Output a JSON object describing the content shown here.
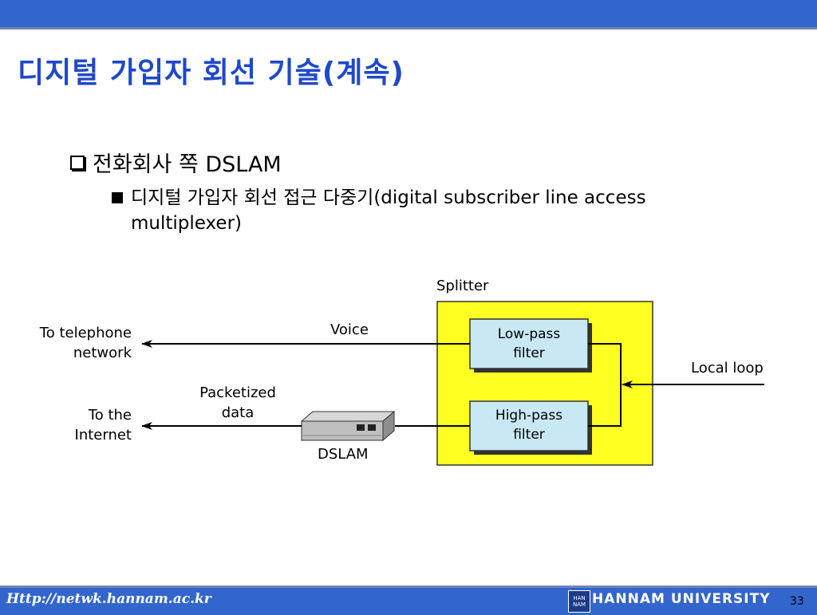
{
  "slide": {
    "title": "디지털 가입자 회선 기술(계속)",
    "bullet1": "전화회사 쪽 DSLAM",
    "bullet2": "디지털 가입자 회선 접근 다중기(digital subscriber line access multiplexer)"
  },
  "diagram": {
    "splitter_label": "Splitter",
    "low_pass": [
      "Low-pass",
      "filter"
    ],
    "high_pass": [
      "High-pass",
      "filter"
    ],
    "local_loop": "Local loop",
    "voice": "Voice",
    "to_telephone": [
      "To telephone",
      "network"
    ],
    "packetized": [
      "Packetized",
      "data"
    ],
    "to_internet": [
      "To the",
      "Internet"
    ],
    "dslam_label": "DSLAM",
    "colors": {
      "splitter_fill": "#ffff22",
      "filter_fill": "#c8e8f4",
      "arrow": "#000000"
    }
  },
  "footer": {
    "url": "Http://netwk.hannam.ac.kr",
    "logo": [
      "HAN",
      "NAM"
    ],
    "university": "HANNAM UNIVERSITY",
    "page": "33"
  }
}
